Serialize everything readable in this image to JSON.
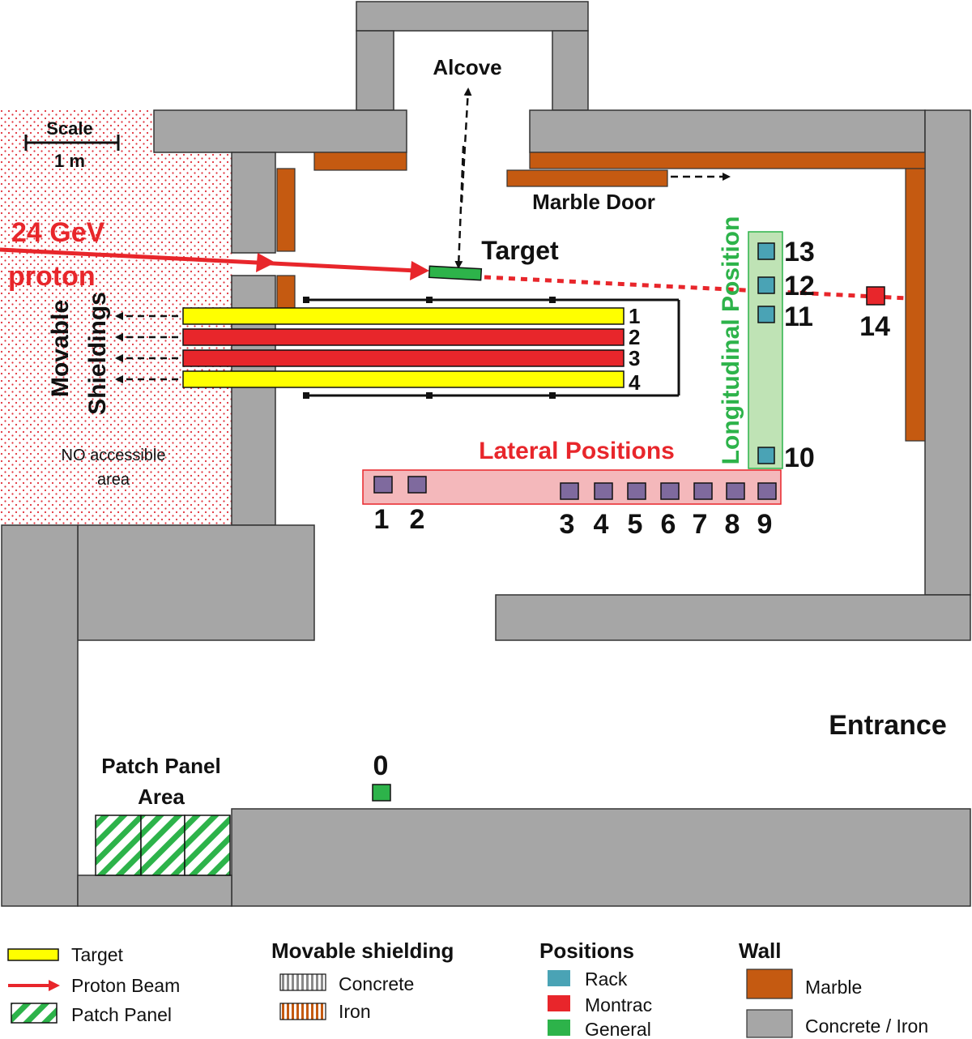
{
  "labels": {
    "alcove": "Alcove",
    "scale_title": "Scale",
    "scale_value": "1 m",
    "marble_door": "Marble Door",
    "target": "Target",
    "beam_line1": "24 GeV",
    "beam_line2": "proton",
    "movable_line1": "Movable",
    "movable_line2": "Shieldings",
    "no_access_line1": "NO accessible",
    "no_access_line2": "area",
    "lateral_positions": "Lateral Positions",
    "longitudinal_position": "Longitudinal Position",
    "entrance": "Entrance",
    "patch_panel_line1": "Patch Panel",
    "patch_panel_line2": "Area"
  },
  "shielding_numbers": [
    "1",
    "2",
    "3",
    "4"
  ],
  "lateral_numbers": [
    "1",
    "2",
    "3",
    "4",
    "5",
    "6",
    "7",
    "8",
    "9"
  ],
  "longitudinal_numbers": [
    "13",
    "12",
    "11",
    "10"
  ],
  "montrac_number": "14",
  "general_number": "0",
  "legend": {
    "items": {
      "target": "Target",
      "proton_beam": "Proton Beam",
      "patch_panel": "Patch Panel"
    },
    "movable_shielding": {
      "title": "Movable shielding",
      "concrete": "Concrete",
      "iron": "Iron"
    },
    "positions": {
      "title": "Positions",
      "rack": "Rack",
      "montrac": "Montrac",
      "general": "General"
    },
    "wall": {
      "title": "Wall",
      "marble": "Marble",
      "concrete_iron": "Concrete / Iron"
    }
  },
  "colors": {
    "concrete": "#a6a6a6",
    "marble": "#c55a11",
    "target_yellow": "#ffff00",
    "shield_red": "#e8262b",
    "beam": "#e8262b",
    "rack": "#4aa3b5",
    "montrac": "#e8262b",
    "general": "#2db34a",
    "lateral_box": "#7f6a9e",
    "lateral_zone": "#f4b8bb",
    "longitudinal_zone": "#bfe3b5"
  }
}
